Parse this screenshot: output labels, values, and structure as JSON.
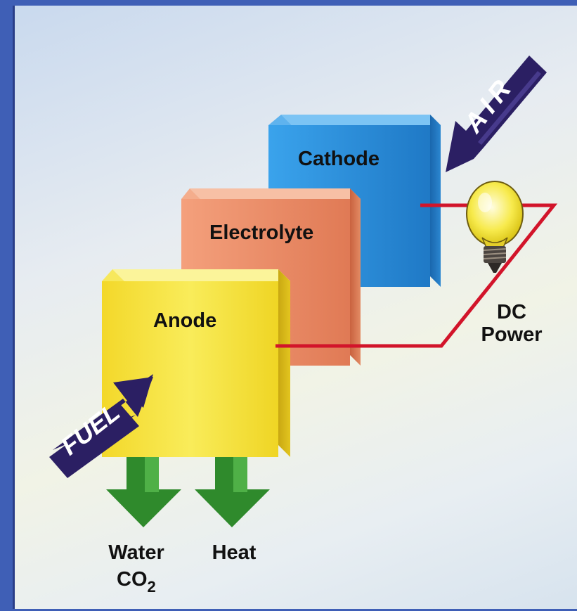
{
  "layers": {
    "cathode": "Cathode",
    "electrolyte": "Electrolyte",
    "anode": "Anode"
  },
  "inputs": {
    "air": "AIR",
    "fuel": "FUEL"
  },
  "outputs": {
    "water": "Water",
    "co2_base": "CO",
    "co2_sub": "2",
    "heat": "Heat"
  },
  "load": {
    "line1": "DC",
    "line2": "Power"
  },
  "icons": {
    "bulb": "light-bulb-icon"
  },
  "colors": {
    "cathode": "#2e8fdc",
    "electrolyte": "#ea8c64",
    "anode": "#f6e33a",
    "arrow_input": "#2b1f63",
    "arrow_output": "#2f8a2c",
    "circuit": "#d2142a",
    "frame": "#3f5fb6"
  }
}
